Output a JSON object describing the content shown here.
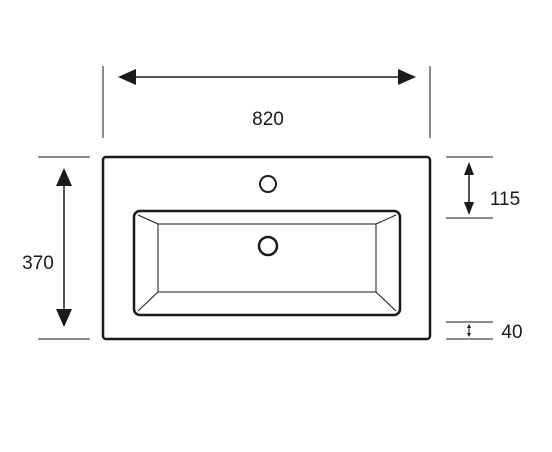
{
  "dimensions": {
    "width": "820",
    "depth": "370",
    "tap_hole_offset": "115",
    "rim_height": "40"
  },
  "colors": {
    "line": "#1a1a1a",
    "background": "#ffffff"
  }
}
